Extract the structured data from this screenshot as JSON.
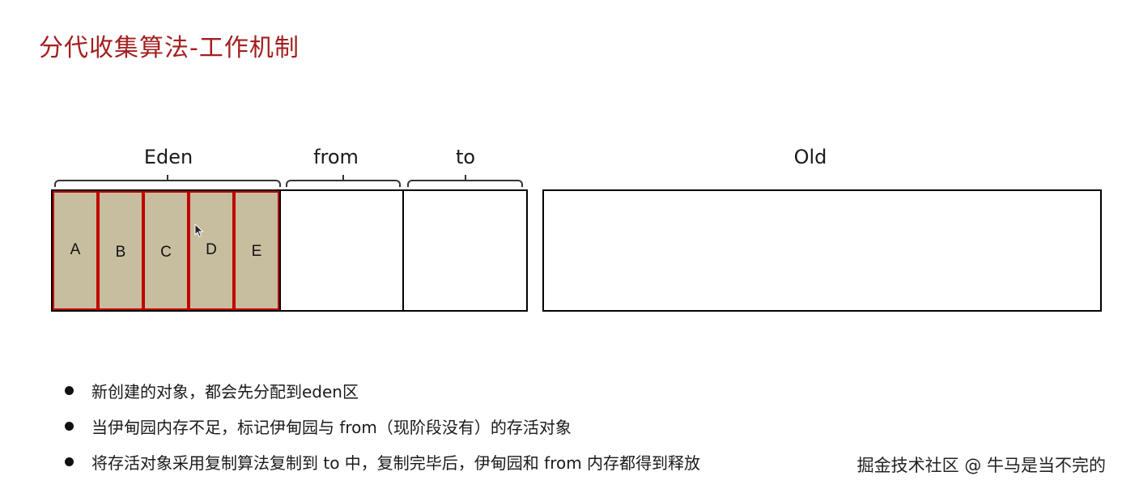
{
  "title": "分代收集算法-工作机制",
  "regions": {
    "eden": "Eden",
    "from": "from",
    "to": "to",
    "old": "Old"
  },
  "eden_cells": [
    "A",
    "B",
    "C",
    "D",
    "E"
  ],
  "bullets": [
    "新创建的对象，都会先分配到eden区",
    "当伊甸园内存不足，标记伊甸园与 from（现阶段没有）的存活对象",
    "将存活对象采用复制算法复制到 to 中，复制完毕后，伊甸园和 from 内存都得到释放"
  ],
  "watermark": "掘金技术社区 @ 牛马是当不完的",
  "colors": {
    "title": "#a31f1f",
    "cell_fill": "#c7bd9f",
    "cell_border": "#c00000"
  },
  "icons": {
    "cursor": "mouse-pointer-icon"
  }
}
